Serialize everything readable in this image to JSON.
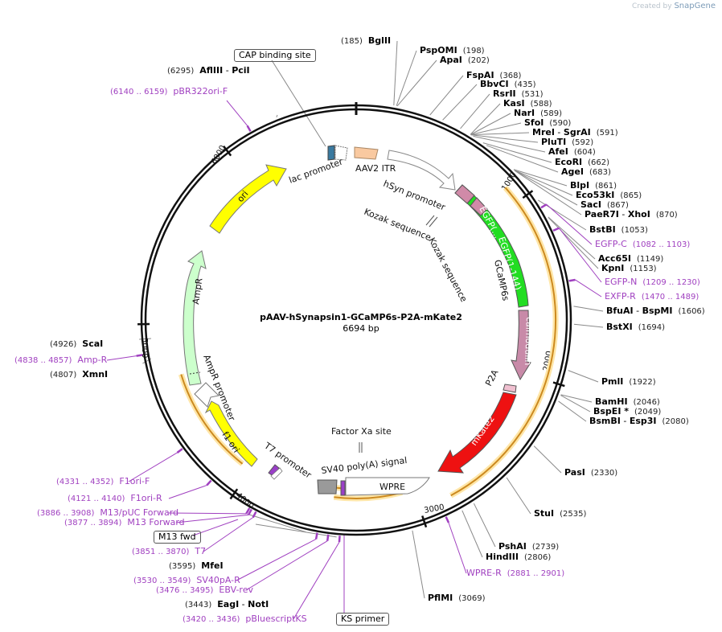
{
  "credit": {
    "prefix": "Created by",
    "brand": "SnapGene"
  },
  "plasmid": {
    "name": "pAAV-hSynapsin1-GCaMP6s-P2A-mKate2",
    "size": "6694 bp",
    "total_bp": 6694
  },
  "ticks": [
    {
      "bp": 1000,
      "label": "1000"
    },
    {
      "bp": 2000,
      "label": "2000"
    },
    {
      "bp": 3000,
      "label": "3000"
    },
    {
      "bp": 4000,
      "label": "4000"
    },
    {
      "bp": 5000,
      "label": "5000"
    },
    {
      "bp": 6000,
      "label": "6000"
    }
  ],
  "sites_right": [
    {
      "name": "BglII",
      "pos": "(185)",
      "bp": 185,
      "side": "left_num"
    },
    {
      "name": "PspOMI",
      "pos": "(198)",
      "bp": 198
    },
    {
      "name": "ApaI",
      "pos": "(202)",
      "bp": 202
    },
    {
      "name": "FspAI",
      "pos": "(368)",
      "bp": 368
    },
    {
      "name": "BbvCI",
      "pos": "(435)",
      "bp": 435
    },
    {
      "name": "RsrII",
      "pos": "(531)",
      "bp": 531
    },
    {
      "name": "KasI",
      "pos": "(588)",
      "bp": 588
    },
    {
      "name": "NarI",
      "pos": "(589)",
      "bp": 589
    },
    {
      "name": "SfoI",
      "pos": "(590)",
      "bp": 590
    },
    {
      "name": "MreI - SgrAI",
      "pos": "(591)",
      "bp": 591
    },
    {
      "name": "PluTI",
      "pos": "(592)",
      "bp": 592
    },
    {
      "name": "AfeI",
      "pos": "(604)",
      "bp": 604
    },
    {
      "name": "EcoRI",
      "pos": "(662)",
      "bp": 662
    },
    {
      "name": "AgeI",
      "pos": "(683)",
      "bp": 683
    },
    {
      "name": "BlpI",
      "pos": "(861)",
      "bp": 861
    },
    {
      "name": "Eco53kI",
      "pos": "(865)",
      "bp": 865
    },
    {
      "name": "SacI",
      "pos": "(867)",
      "bp": 867
    },
    {
      "name": "PaeR7I - XhoI",
      "pos": "(870)",
      "bp": 870
    },
    {
      "name": "BstBI",
      "pos": "(1053)",
      "bp": 1053
    },
    {
      "name": "Acc65I",
      "pos": "(1149)",
      "bp": 1149
    },
    {
      "name": "KpnI",
      "pos": "(1153)",
      "bp": 1153
    },
    {
      "name": "BfuAI - BspMI",
      "pos": "(1606)",
      "bp": 1606
    },
    {
      "name": "BstXI",
      "pos": "(1694)",
      "bp": 1694
    },
    {
      "name": "PmlI",
      "pos": "(1922)",
      "bp": 1922
    },
    {
      "name": "BamHI",
      "pos": "(2046)",
      "bp": 2046
    },
    {
      "name": "BspEI *",
      "pos": "(2049)",
      "bp": 2049
    },
    {
      "name": "BsmBI - Esp3I",
      "pos": "(2080)",
      "bp": 2080
    },
    {
      "name": "PasI",
      "pos": "(2330)",
      "bp": 2330
    },
    {
      "name": "StuI",
      "pos": "(2535)",
      "bp": 2535
    },
    {
      "name": "PshAI",
      "pos": "(2739)",
      "bp": 2739
    },
    {
      "name": "HindIII",
      "pos": "(2806)",
      "bp": 2806
    },
    {
      "name": "PflMI",
      "pos": "(3069)",
      "bp": 3069
    }
  ],
  "sites_left": [
    {
      "name": "AflIII - PciI",
      "pos": "(6295)",
      "bp": 6295
    },
    {
      "name": "ScaI",
      "pos": "(4926)",
      "bp": 4926
    },
    {
      "name": "XmnI",
      "pos": "(4807)",
      "bp": 4807
    },
    {
      "name": "MfeI",
      "pos": "(3595)",
      "bp": 3595
    },
    {
      "name": "EagI - NotI",
      "pos": "(3443)",
      "bp": 3443
    }
  ],
  "primers": [
    {
      "name": "pBR322ori-F",
      "range": "(6140 .. 6159)",
      "bp": 6150
    },
    {
      "name": "EGFP-C",
      "range": "(1082 .. 1103)",
      "bp": 1092
    },
    {
      "name": "EGFP-N",
      "range": "(1209 .. 1230)",
      "bp": 1220
    },
    {
      "name": "EXFP-R",
      "range": "(1470 .. 1489)",
      "bp": 1480
    },
    {
      "name": "WPRE-R",
      "range": "(2881 .. 2901)",
      "bp": 2891
    },
    {
      "name": "Amp-R",
      "range": "(4838 .. 4857)",
      "bp": 4848
    },
    {
      "name": "F1ori-F",
      "range": "(4331 .. 4352)",
      "bp": 4341
    },
    {
      "name": "F1ori-R",
      "range": "(4121 .. 4140)",
      "bp": 4130
    },
    {
      "name": "M13/pUC Forward",
      "range": "(3886 .. 3908)",
      "bp": 3897
    },
    {
      "name": "M13 Forward",
      "range": "(3877 .. 3894)",
      "bp": 3885
    },
    {
      "name": "T7",
      "range": "(3851 .. 3870)",
      "bp": 3860
    },
    {
      "name": "SV40pA-R",
      "range": "(3530 .. 3549)",
      "bp": 3540
    },
    {
      "name": "EBV-rev",
      "range": "(3476 .. 3495)",
      "bp": 3485
    },
    {
      "name": "pBluescriptKS",
      "range": "(3420 .. 3436)",
      "bp": 3428
    }
  ],
  "boxed_labels": [
    {
      "text": "CAP binding site",
      "color": "#a9d7e2"
    },
    {
      "text": "M13 fwd",
      "color": "#dba8ea"
    },
    {
      "text": "KS primer",
      "color": "#dba8ea"
    }
  ],
  "features": [
    {
      "name": "AAV2 ITR",
      "color": "#f9c9a0"
    },
    {
      "name": "hSyn promoter",
      "color": "#ffffff"
    },
    {
      "name": "Kozak sequence",
      "color": "#ffffff"
    },
    {
      "name": "EGFP(...",
      "color": "#22dd22"
    },
    {
      "name": "EGFP(1-144)",
      "color": "#22dd22"
    },
    {
      "name": "GCaMP6s",
      "color": "#d9a0c0"
    },
    {
      "name": "calmodulin",
      "color": "#c88aa8"
    },
    {
      "name": "P2A",
      "color": "#f0c0d0"
    },
    {
      "name": "mKate2",
      "color": "#ee1111"
    },
    {
      "name": "WPRE",
      "color": "#ffffff"
    },
    {
      "name": "SV40 poly(A) signal",
      "color": "#999999"
    },
    {
      "name": "Factor Xa site",
      "color": "#ffffff"
    },
    {
      "name": "T7 promoter",
      "color": "#ffffff"
    },
    {
      "name": "f1 ori",
      "color": "#ffff00"
    },
    {
      "name": "AmpR promoter",
      "color": "#ffffff"
    },
    {
      "name": "AmpR",
      "color": "#ccffcc"
    },
    {
      "name": "ori",
      "color": "#ffff00"
    },
    {
      "name": "lac promoter",
      "color": "#ffffff"
    }
  ],
  "colors": {
    "primer": "#a040c0",
    "orf_arc": "#cc8a20",
    "orf_halo": "#ffe6a8"
  }
}
